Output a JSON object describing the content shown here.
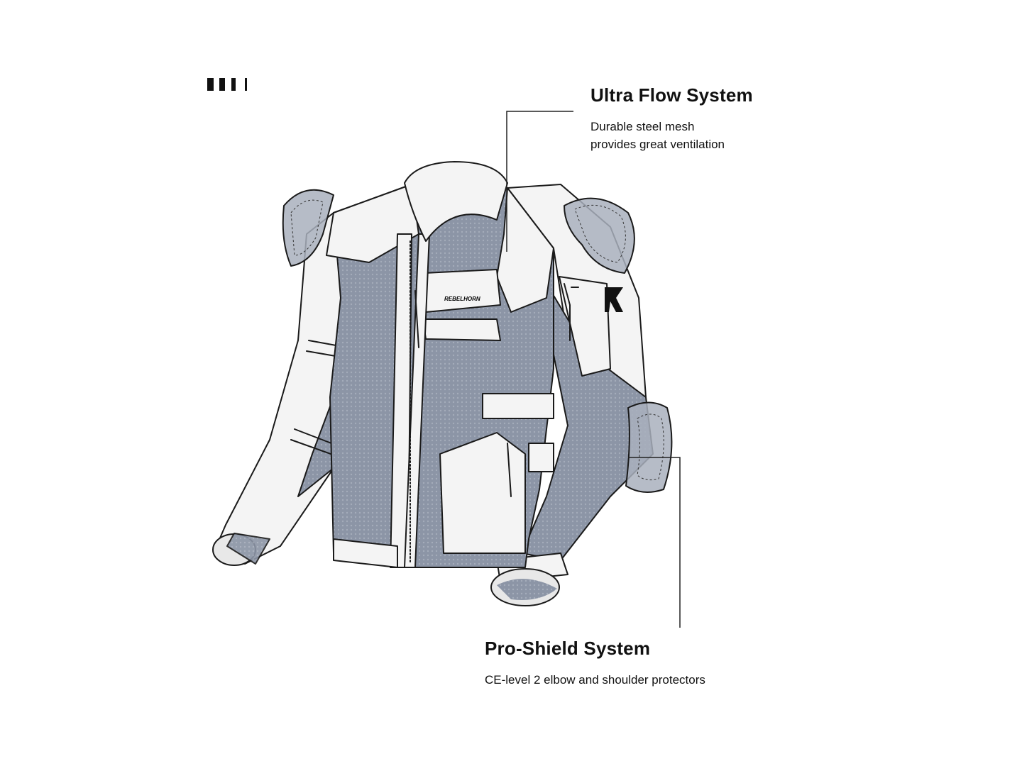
{
  "callouts": [
    {
      "title": "Ultra Flow System",
      "lines": [
        "Durable steel mesh",
        "provides great ventilation"
      ]
    },
    {
      "title": "Pro-Shield System",
      "lines": [
        "CE-level 2 elbow and shoulder protectors"
      ]
    }
  ],
  "brand_label": "REBELHORN",
  "colors": {
    "mesh": "#8c95a6",
    "panel": "#f4f4f4",
    "pad": "#a9b0bd",
    "outline": "#1a1a1a"
  }
}
